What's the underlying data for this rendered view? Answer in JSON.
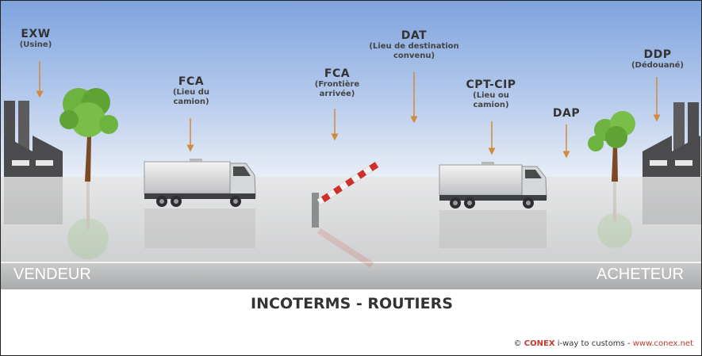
{
  "terms": [
    {
      "id": "exw",
      "code": "EXW",
      "lines": [
        "(Usine)"
      ]
    },
    {
      "id": "fca1",
      "code": "FCA",
      "lines": [
        "(Lieu du",
        "camion)"
      ]
    },
    {
      "id": "fca2",
      "code": "FCA",
      "lines": [
        "(Frontière",
        "arrivée)"
      ]
    },
    {
      "id": "dat",
      "code": "DAT",
      "lines": [
        "(Lieu de destination",
        "convenu)"
      ]
    },
    {
      "id": "cptcip",
      "code": "CPT-CIP",
      "lines": [
        "(Lieu ou",
        "camion)"
      ]
    },
    {
      "id": "dap",
      "code": "DAP",
      "lines": []
    },
    {
      "id": "ddp",
      "code": "DDP",
      "lines": [
        "(Dédouané)"
      ]
    }
  ],
  "parties": {
    "seller": "VENDEUR",
    "buyer": "ACHETEUR"
  },
  "title": "INCOTERMS - ROUTIERS",
  "credit": {
    "prefix": "©",
    "brand": "CONEX",
    "tagline": "i-way to customs -",
    "site": "www.conex.net"
  },
  "colors": {
    "sky_top": "#7FA3DE",
    "sky_bottom": "#E4ECF7",
    "ground": "#D9DADB",
    "road_band": "#BDBEBF",
    "arrow": "#D28A3E",
    "tree": "#6DB33F",
    "barrier_red": "#D0302B",
    "text": "#333333"
  }
}
